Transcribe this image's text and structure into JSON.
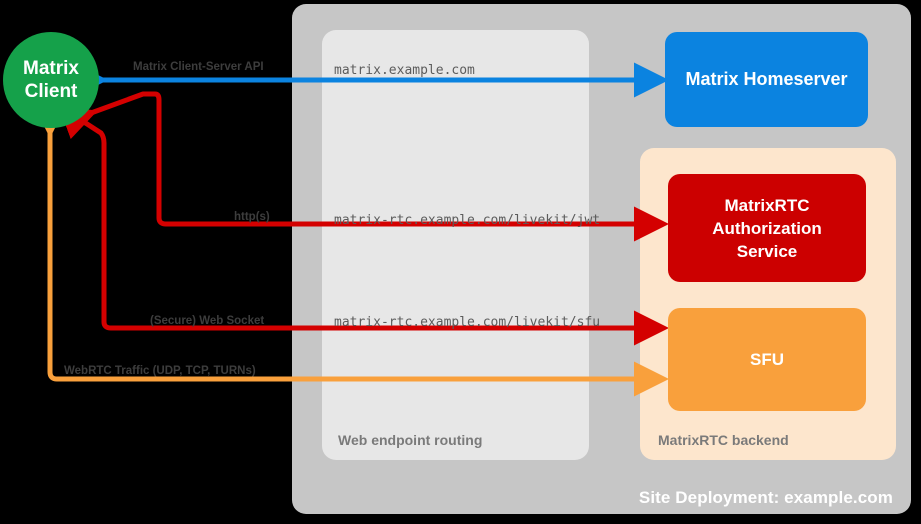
{
  "site": {
    "label": "Site Deployment: example.com",
    "color": "#c6c6c6"
  },
  "routing": {
    "label": "Web endpoint routing",
    "color": "#e7e7e7"
  },
  "backend": {
    "label": "MatrixRTC backend",
    "color": "#fde6cd"
  },
  "nodes": {
    "client": {
      "line1": "Matrix",
      "line2": "Client",
      "color": "#15a14a"
    },
    "homeserver": {
      "label": "Matrix Homeserver",
      "color": "#0b83e0"
    },
    "auth": {
      "line1": "MatrixRTC",
      "line2": "Authorization",
      "line3": "Service",
      "color": "#cc0000"
    },
    "sfu": {
      "label": "SFU",
      "color": "#f9a03c"
    }
  },
  "edges": [
    {
      "id": "cs-api",
      "protocol_label": "Matrix Client-Server API",
      "endpoint": "matrix.example.com",
      "color": "#0b83e0",
      "direction": "bidirectional"
    },
    {
      "id": "jwt",
      "protocol_label": "http(s)",
      "endpoint": "matrix-rtc.example.com/livekit/jwt",
      "color": "#d40000",
      "direction": "bidirectional"
    },
    {
      "id": "sfu-ws",
      "protocol_label": "(Secure) Web Socket",
      "endpoint": "matrix-rtc.example.com/livekit/sfu",
      "color": "#d40000",
      "direction": "bidirectional"
    },
    {
      "id": "webrtc",
      "protocol_label": "WebRTC Traffic (UDP, TCP, TURNs)",
      "endpoint": "",
      "color": "#f9a03c",
      "direction": "bidirectional"
    }
  ],
  "background": "#000000"
}
